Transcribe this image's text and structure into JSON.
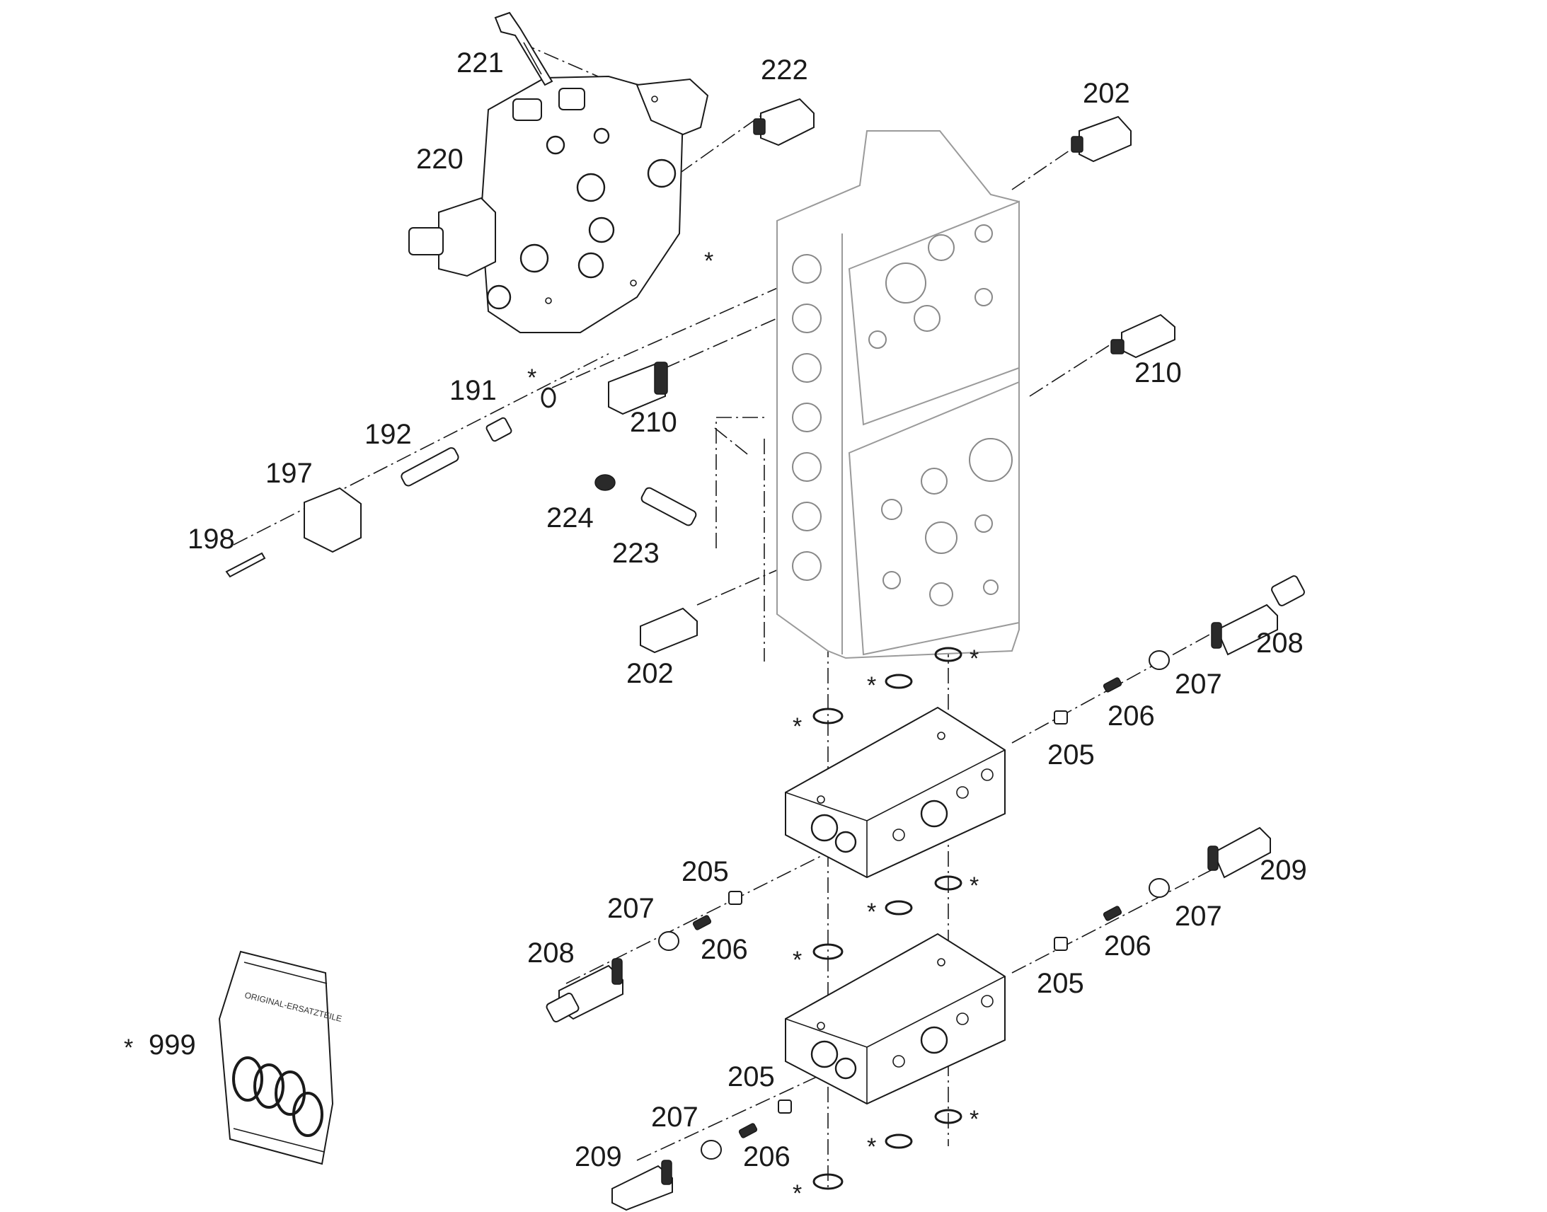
{
  "callouts": [
    {
      "id": "c221",
      "label": "221"
    },
    {
      "id": "c222",
      "label": "222"
    },
    {
      "id": "c220",
      "label": "220"
    },
    {
      "id": "c202a",
      "label": "202"
    },
    {
      "id": "c210a",
      "label": "210"
    },
    {
      "id": "c191",
      "label": "191"
    },
    {
      "id": "c192",
      "label": "192"
    },
    {
      "id": "c197",
      "label": "197"
    },
    {
      "id": "c198",
      "label": "198"
    },
    {
      "id": "c210b",
      "label": "210"
    },
    {
      "id": "c224",
      "label": "224"
    },
    {
      "id": "c223",
      "label": "223"
    },
    {
      "id": "c202b",
      "label": "202"
    },
    {
      "id": "c208a",
      "label": "208"
    },
    {
      "id": "c207a",
      "label": "207"
    },
    {
      "id": "c206a",
      "label": "206"
    },
    {
      "id": "c205a",
      "label": "205"
    },
    {
      "id": "c205b",
      "label": "205"
    },
    {
      "id": "c207b",
      "label": "207"
    },
    {
      "id": "c206b",
      "label": "206"
    },
    {
      "id": "c208b",
      "label": "208"
    },
    {
      "id": "c209a",
      "label": "209"
    },
    {
      "id": "c207c",
      "label": "207"
    },
    {
      "id": "c206c",
      "label": "206"
    },
    {
      "id": "c205c",
      "label": "205"
    },
    {
      "id": "c205d",
      "label": "205"
    },
    {
      "id": "c207d",
      "label": "207"
    },
    {
      "id": "c206d",
      "label": "206"
    },
    {
      "id": "c209b",
      "label": "209"
    },
    {
      "id": "c999",
      "label": "999"
    }
  ],
  "seal_marker": "*",
  "kit_bag_text": "ORIGINAL-ERSATZTEILE",
  "colors": {
    "line": "#1a1a1a",
    "phantom": "#9a9a9a",
    "background": "#ffffff"
  }
}
